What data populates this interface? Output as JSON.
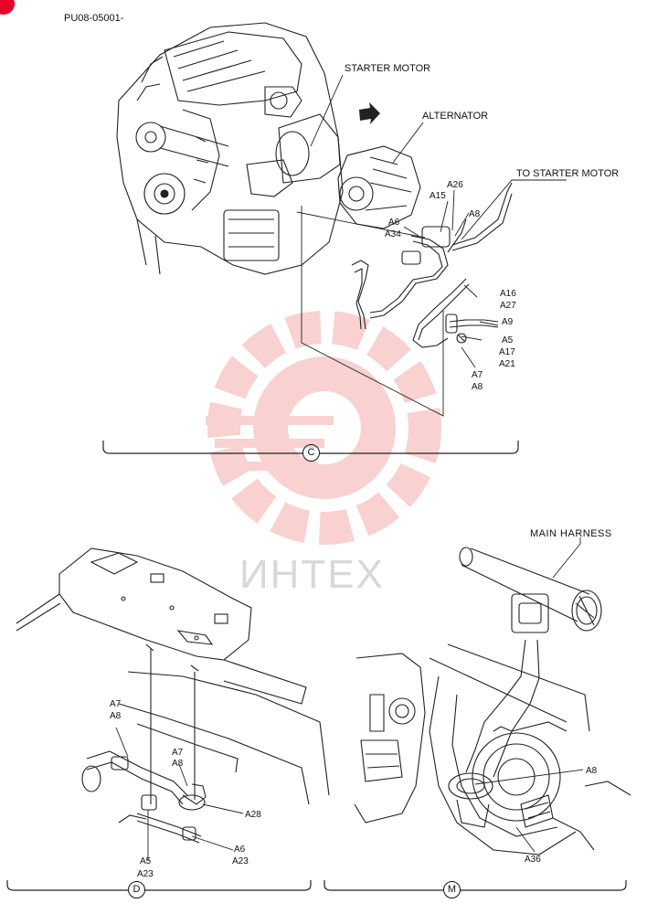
{
  "header": {
    "code": "PU08-05001-"
  },
  "watermark": {
    "text": "ИНТЕХ",
    "color": "#f29a9a"
  },
  "brand_color": "#e8002a",
  "sections": {
    "c": {
      "letter": "C",
      "callouts": {
        "starter_motor": "STARTER MOTOR",
        "alternator": "ALTERNATOR",
        "to_starter_motor": "TO STARTER MOTOR",
        "a26": "A26",
        "a15": "A15",
        "a8_top": "A8",
        "a6": "A6",
        "a34": "A34",
        "a16": "A16",
        "a27": "A27",
        "a9": "A9",
        "a5": "A5",
        "a17": "A17",
        "a21": "A21",
        "a7": "A7",
        "a8_low": "A8"
      }
    },
    "d": {
      "letter": "D",
      "callouts": {
        "a7_top": "A7",
        "a8_top": "A8",
        "a7_mid": "A7",
        "a8_mid": "A8",
        "a28": "A28",
        "a6": "A6",
        "a23_right": "A23",
        "a5": "A5",
        "a23_left": "A23"
      }
    },
    "m": {
      "letter": "M",
      "callouts": {
        "main_harness": "MAIN  HARNESS",
        "a8": "A8",
        "a36": "A36"
      }
    }
  }
}
